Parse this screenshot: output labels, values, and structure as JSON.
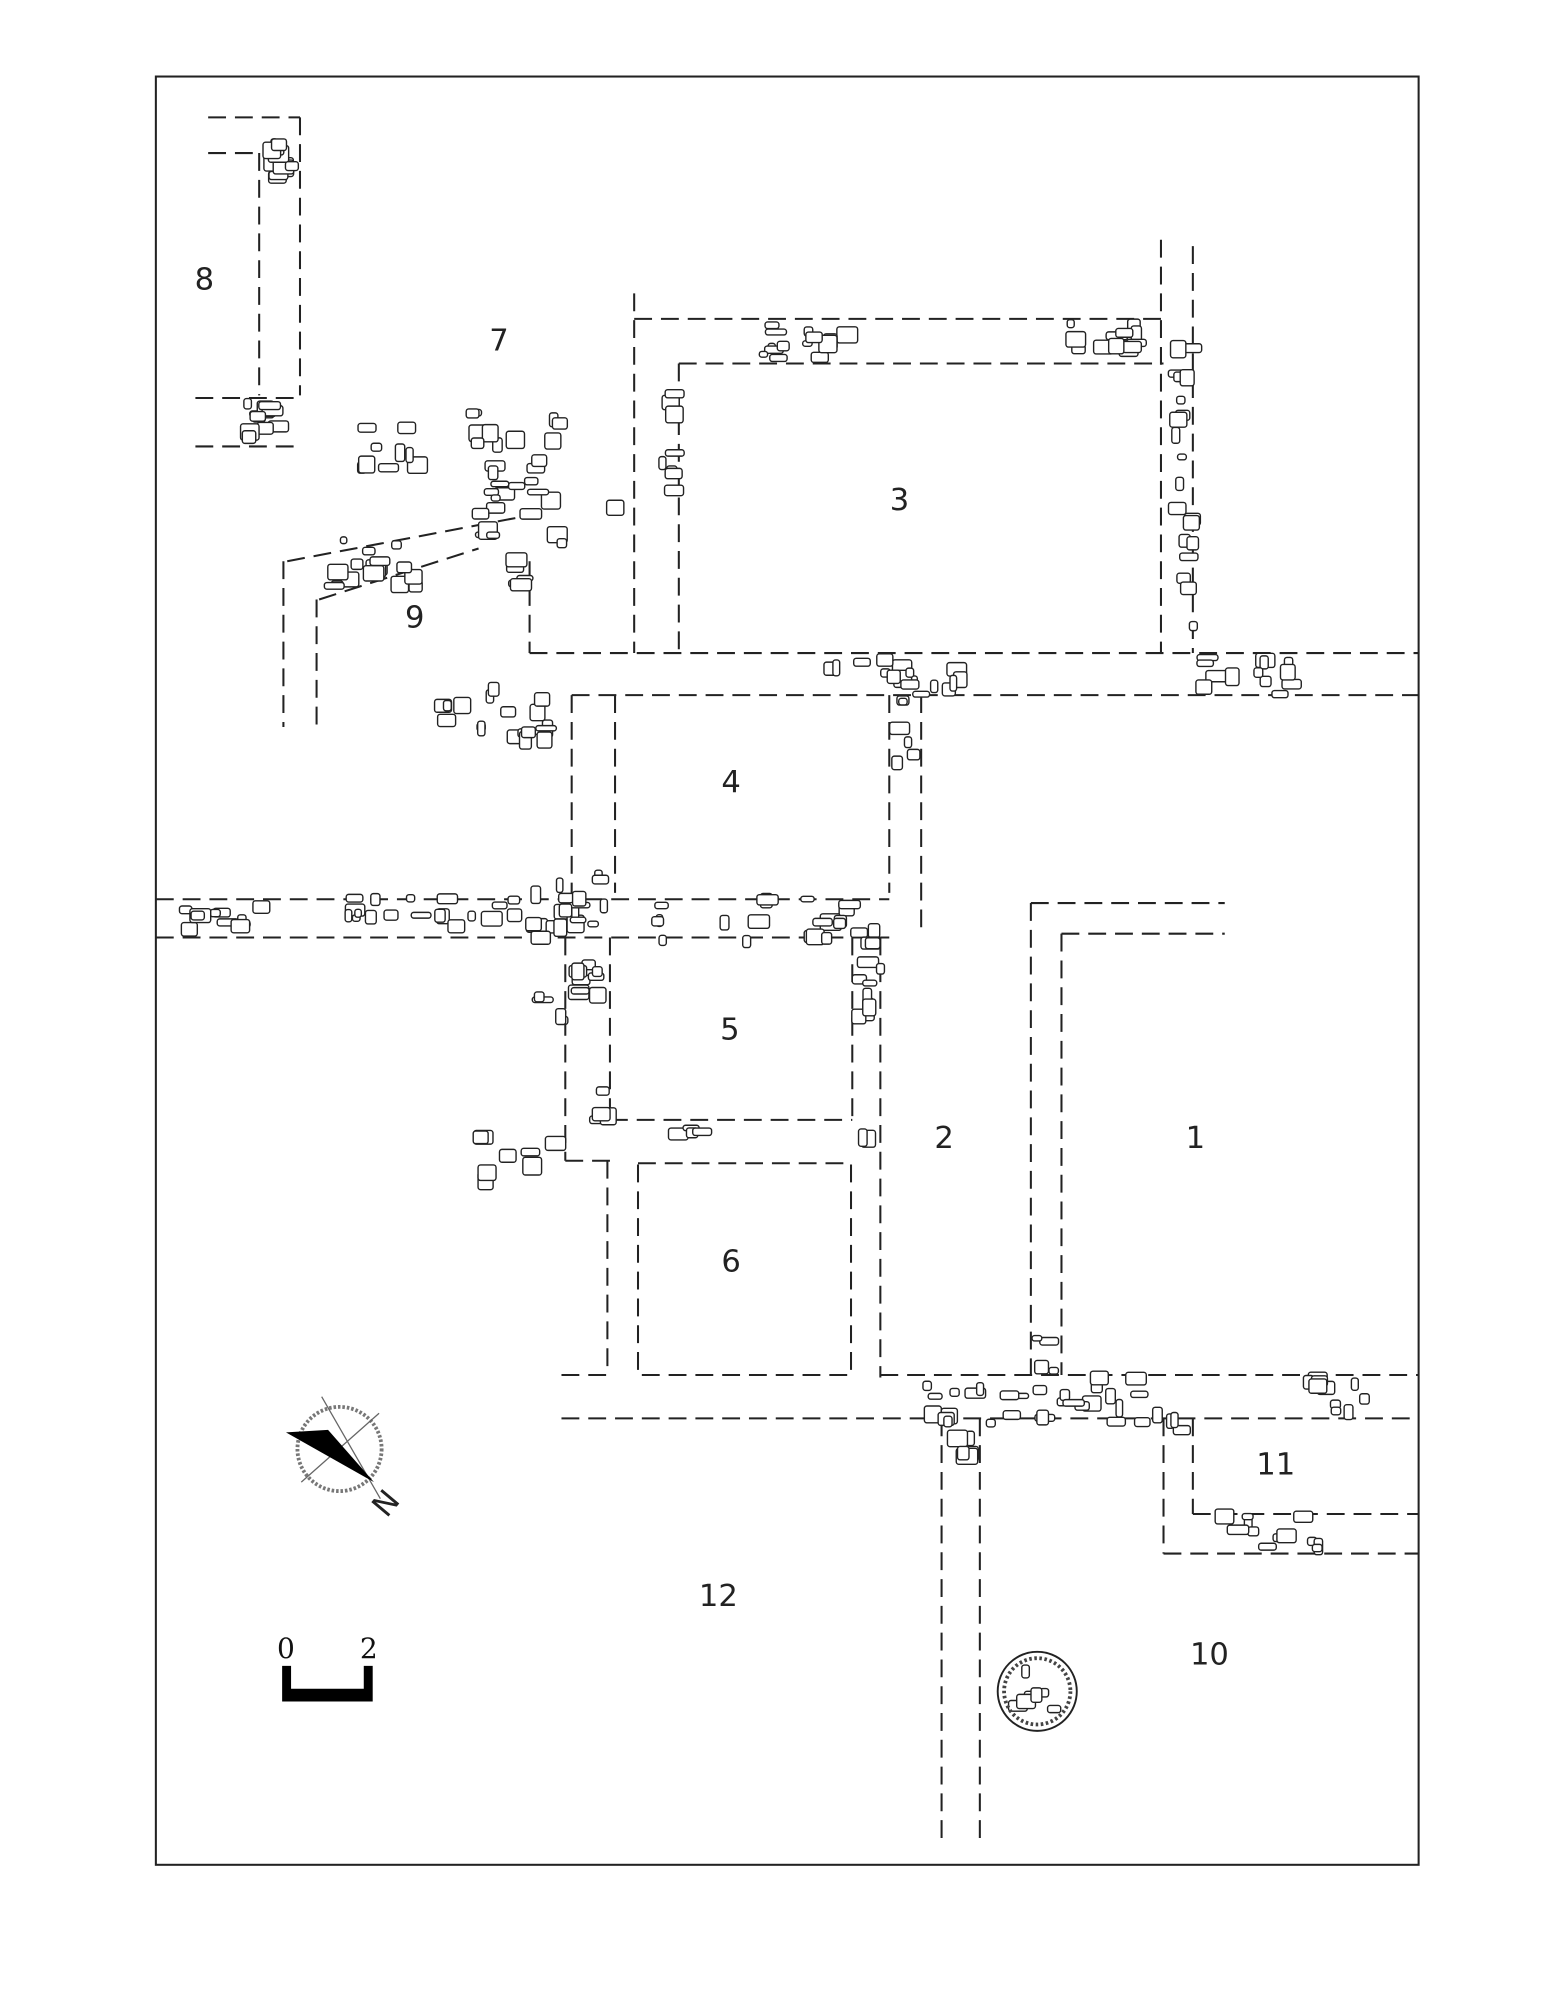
{
  "plan": {
    "rooms": [
      {
        "label": "1"
      },
      {
        "label": "2"
      },
      {
        "label": "3"
      },
      {
        "label": "4"
      },
      {
        "label": "5"
      },
      {
        "label": "6"
      },
      {
        "label": "7"
      },
      {
        "label": "8"
      },
      {
        "label": "9"
      },
      {
        "label": "10"
      },
      {
        "label": "11"
      },
      {
        "label": "12"
      }
    ],
    "scale_bar": {
      "start": "0",
      "end": "2"
    },
    "north_arrow": {
      "label": "N"
    }
  }
}
